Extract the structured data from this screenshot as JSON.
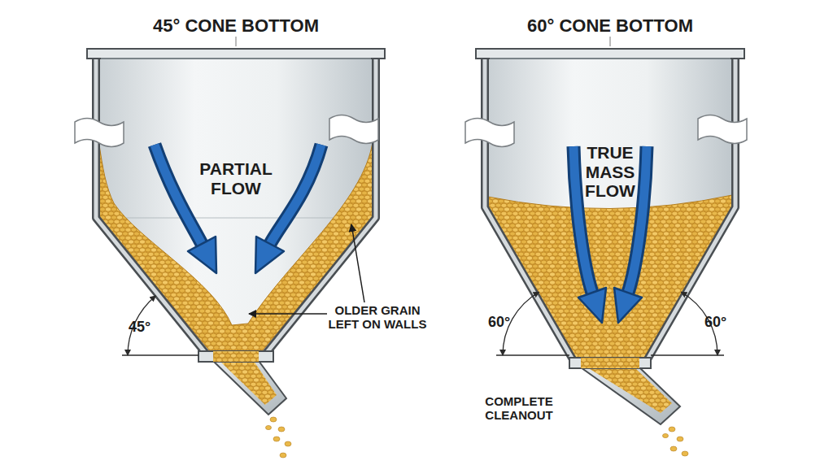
{
  "diagram": {
    "labels": [
      "45° CONE BOTTOM",
      "60° CONE BOTTOM",
      "PARTIAL FLOW",
      "TRUE MASS FLOW",
      "OLDER GRAIN LEFT ON WALLS",
      "45°",
      "60°",
      "60°",
      "COMPLETE CLEANOUT"
    ]
  }
}
